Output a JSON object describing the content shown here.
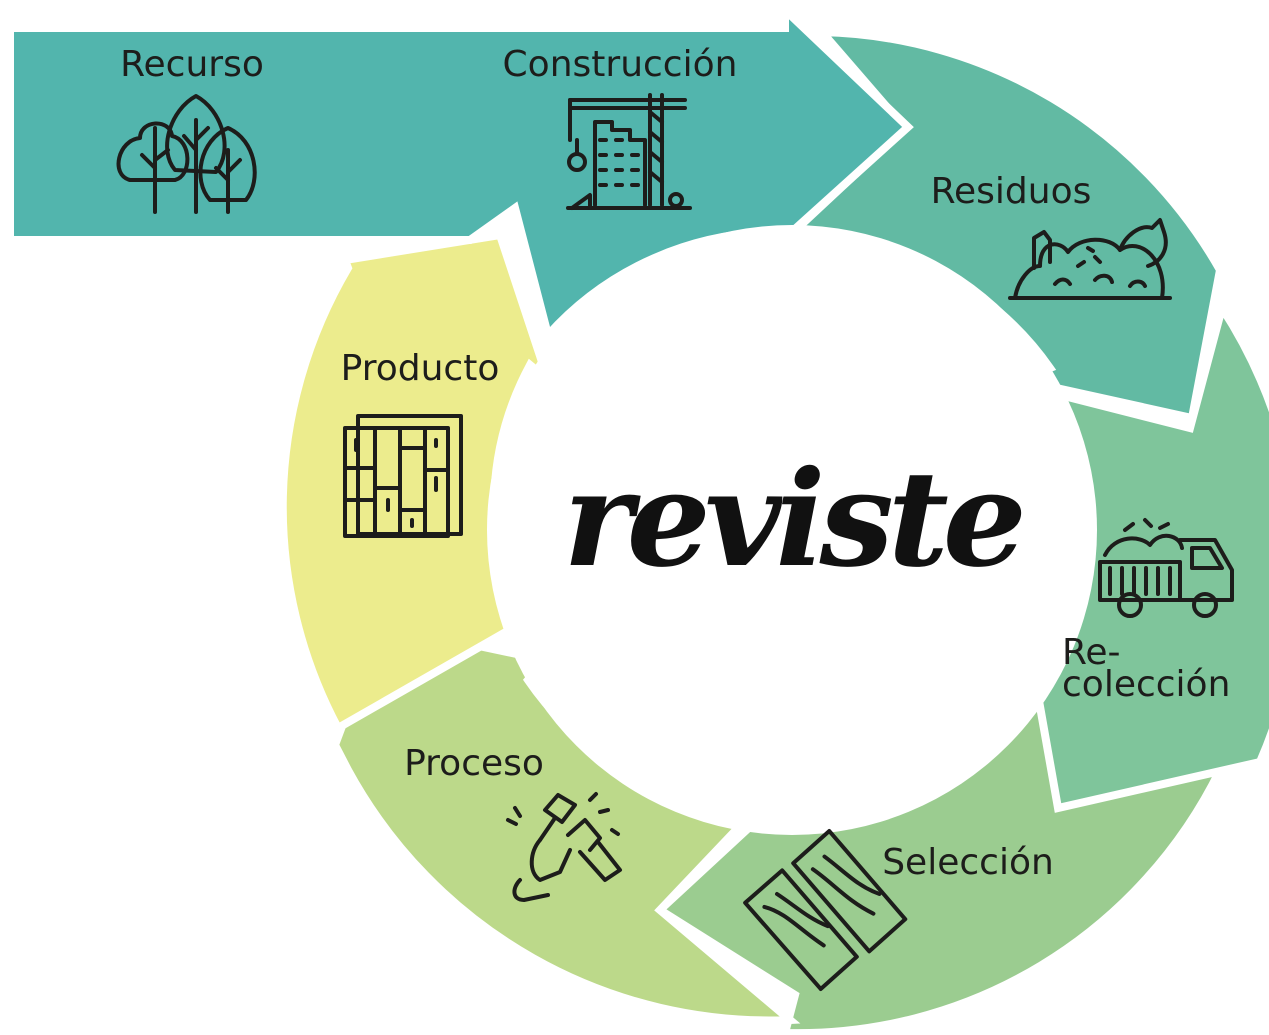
{
  "logo": {
    "text": "reviste"
  },
  "stages": {
    "recurso": {
      "label": "Recurso",
      "icon": "trees-icon",
      "color": "#52b5ad"
    },
    "construccion": {
      "label": "Construcción",
      "icon": "construction-crane-icon",
      "color": "#4eb3ad"
    },
    "residuos": {
      "label": "Residuos",
      "icon": "waste-pile-icon",
      "color": "#62baa3"
    },
    "recoleccion": {
      "label_line1": "Re-",
      "label_line2": "colección",
      "icon": "dump-truck-icon",
      "color": "#7fc59b"
    },
    "seleccion": {
      "label": "Selección",
      "icon": "wood-planks-icon",
      "color": "#9bcc90"
    },
    "proceso": {
      "label": "Proceso",
      "icon": "hand-tools-icon",
      "color": "#bcd98a"
    },
    "producto": {
      "label": "Producto",
      "icon": "panel-board-icon",
      "color": "#ecec8d"
    }
  }
}
